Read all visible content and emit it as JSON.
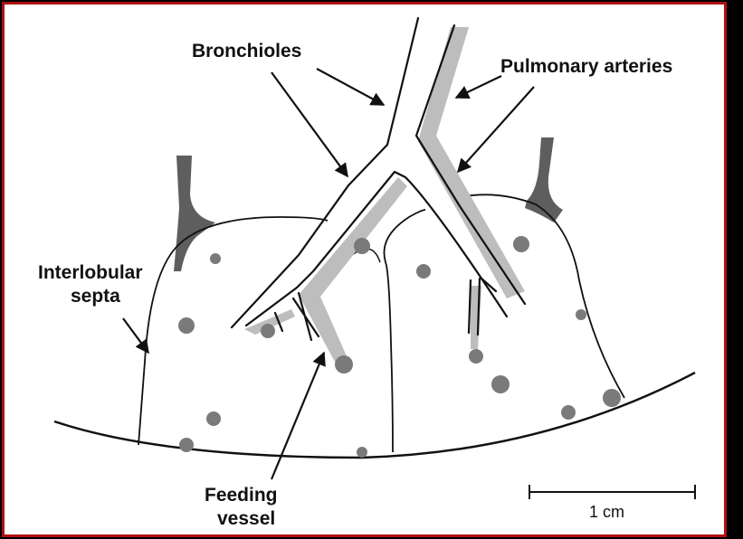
{
  "diagram": {
    "labels": {
      "bronchioles": "Bronchioles",
      "pulmonary_arteries": "Pulmonary arteries",
      "interlobular_line1": "Interlobular",
      "interlobular_line2": "septa",
      "feeding_line1": "Feeding",
      "feeding_line2": "vessel",
      "scale": "1 cm"
    },
    "colors": {
      "frame": "#000000",
      "border": "#b01010",
      "background": "#ffffff",
      "artery": "#bdbdbd",
      "septa": "#5e5e5e",
      "nodule": "#7a7a7a",
      "line": "#111111"
    }
  }
}
